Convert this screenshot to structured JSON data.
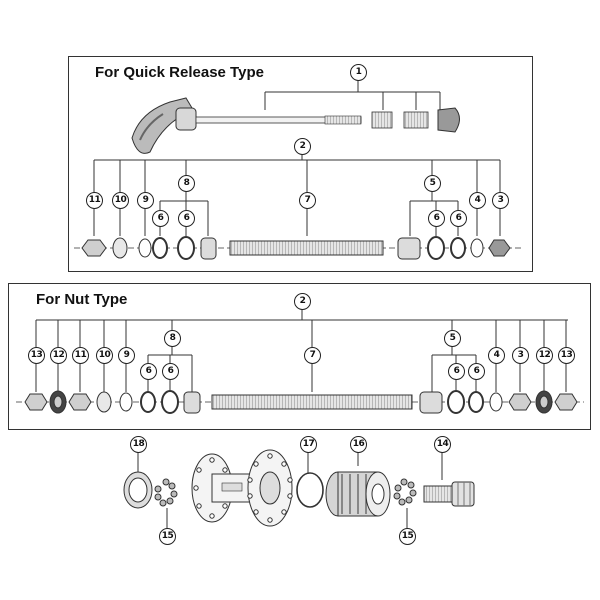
{
  "panels": {
    "quick_release": {
      "title": "For Quick Release Type"
    },
    "nut": {
      "title": "For Nut Type"
    }
  },
  "callouts": {
    "qr": {
      "c1": "1",
      "c2": "2",
      "c11": "11",
      "c10": "10",
      "c9": "9",
      "c8": "8",
      "c6a": "6",
      "c6b": "6",
      "c7": "7",
      "c5": "5",
      "c6c": "6",
      "c6d": "6",
      "c4": "4",
      "c3": "3"
    },
    "nut": {
      "c2": "2",
      "c8": "8",
      "c13a": "13",
      "c12a": "12",
      "c11": "11",
      "c10": "10",
      "c9": "9",
      "c6a": "6",
      "c6b": "6",
      "c7": "7",
      "c5": "5",
      "c4": "4",
      "c3": "3",
      "c12b": "12",
      "c13b": "13",
      "c6c": "6",
      "c6d": "6"
    },
    "hub": {
      "c18": "18",
      "c17": "17",
      "c16": "16",
      "c14": "14",
      "c15a": "15",
      "c15b": "15"
    }
  }
}
